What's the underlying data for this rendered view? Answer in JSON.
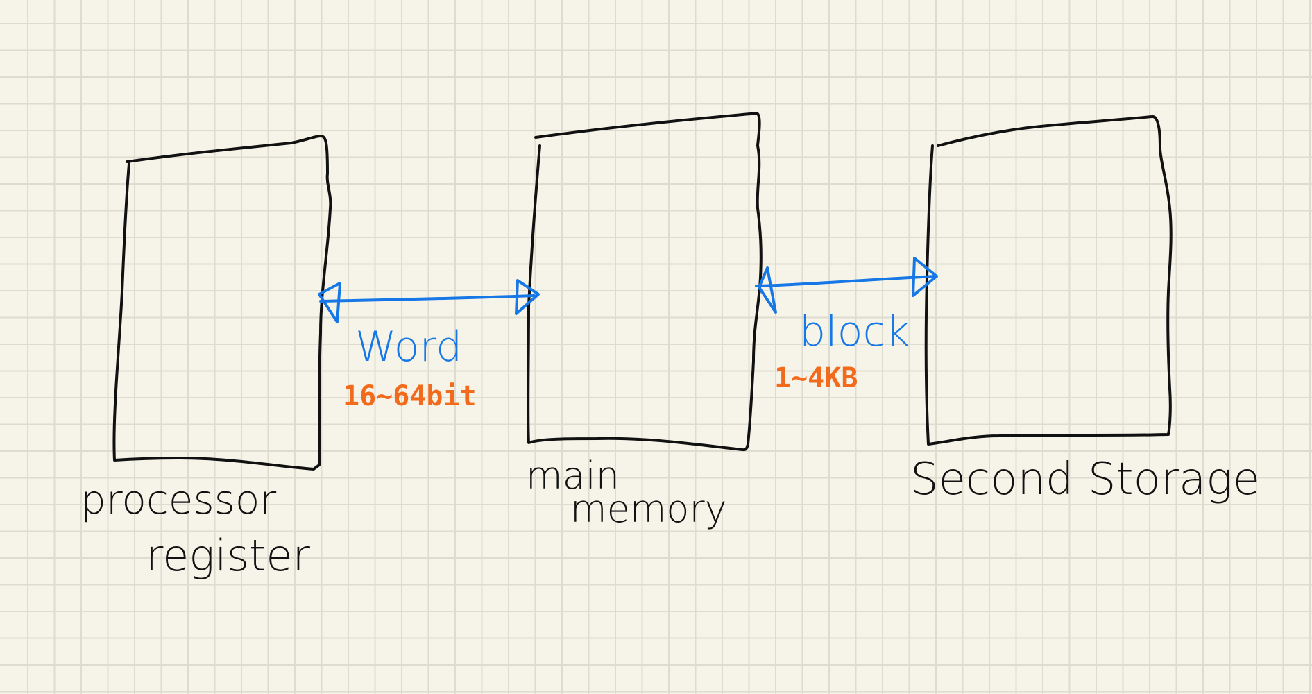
{
  "colors": {
    "paper": "#f6f4e8",
    "grid": "#dedccf",
    "ink": "#111111",
    "link": "#1677e6",
    "size": "#f26a1b"
  },
  "boxes": {
    "register": {
      "line1": "processor",
      "line2": "register"
    },
    "memory": {
      "line1": "main",
      "line2": "memory"
    },
    "storage": {
      "line1": "Second Storage"
    }
  },
  "links": {
    "register_memory": {
      "label": "Word",
      "size": "16~64bit"
    },
    "memory_storage": {
      "label": "block",
      "size": "1~4KB"
    }
  }
}
